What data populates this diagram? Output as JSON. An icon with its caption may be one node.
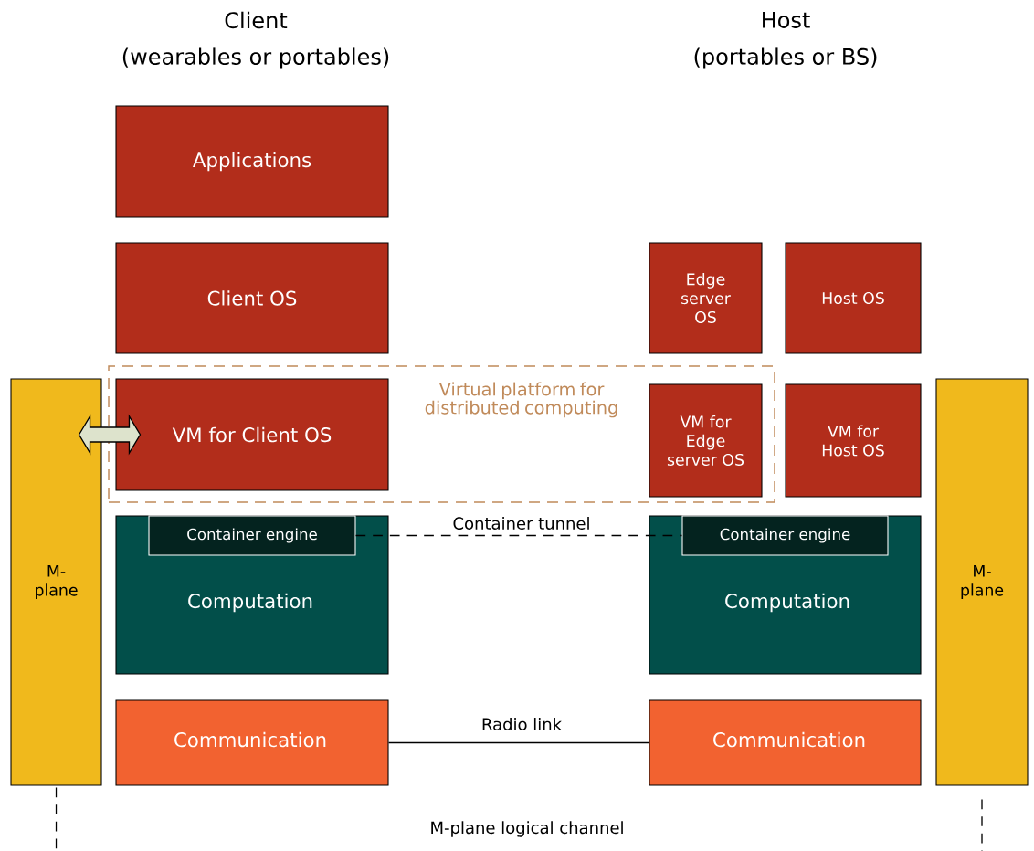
{
  "diagram": {
    "nodes": [
      {
        "text": [
          "Applications"
        ]
      },
      {
        "text": [
          "Client OS"
        ]
      },
      {
        "text": [
          "Edge server OS"
        ]
      },
      {
        "text": [
          "Host OS"
        ]
      },
      {
        "text": [
          "M-plane"
        ]
      },
      {
        "text": [
          "Virtual platform for distributed computing"
        ]
      },
      {
        "text": [
          "VM for Client OS"
        ],
        "in": 5
      },
      {
        "text": [
          "VM for Edge server OS"
        ],
        "in": 5
      },
      {
        "text": [
          "VM for Host OS"
        ]
      },
      {
        "text": [
          "M-plane"
        ]
      },
      {
        "text": [
          "Computation"
        ]
      },
      {
        "text": [
          "Container engine"
        ],
        "in": 10
      },
      {
        "text": [
          "Computation"
        ]
      },
      {
        "text": [
          "Container engine"
        ],
        "in": 12
      },
      {
        "text": [
          "Communication"
        ]
      },
      {
        "text": [
          "Communication"
        ]
      }
    ],
    "edges": [
      {
        "from": 4,
        "to": 6,
        "arrow": "both"
      },
      {
        "from": 11,
        "to": 13,
        "arrow": "none",
        "label": "Container tunnel",
        "style": "dashed"
      },
      {
        "from": 14,
        "to": 15,
        "arrow": "none",
        "label": "Radio link"
      },
      {
        "from": 4,
        "to": null,
        "arrow": "none",
        "style": "dashed"
      },
      {
        "from": 9,
        "to": null,
        "arrow": "none",
        "style": "dashed"
      }
    ],
    "labels": [
      "Client",
      "(wearables or portables)",
      "Host",
      "(portables or BS)",
      "M-plane logical channel"
    ]
  }
}
